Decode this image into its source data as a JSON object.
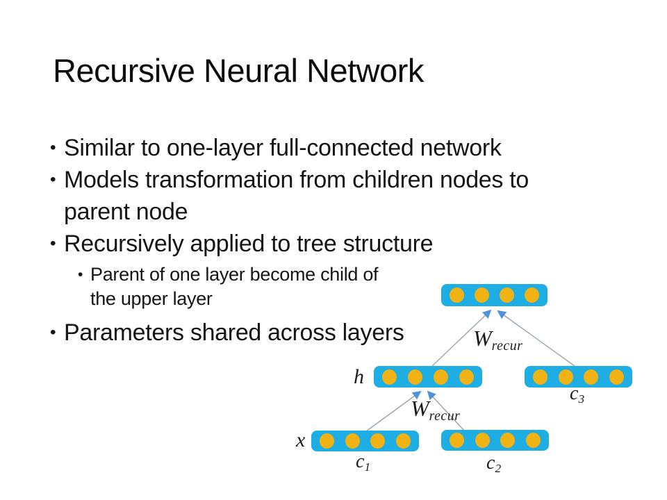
{
  "slide": {
    "title": "Recursive Neural Network",
    "bullet_char": "•",
    "bullets": [
      {
        "level": 1,
        "text": "Similar to one-layer full-connected network"
      },
      {
        "level": 1,
        "text": "Models transformation from children nodes to parent node"
      },
      {
        "level": 1,
        "text": "Recursively applied to tree structure"
      },
      {
        "level": 2,
        "text": "Parent of one layer become child of the upper layer"
      },
      {
        "level": 1,
        "text": "Parameters shared across layers"
      }
    ]
  },
  "diagram": {
    "description": "Recursive neural network tree: children c1,c2 feed parent h via W_recur; h and c3 feed root via shared W_recur",
    "node_unit_count": 4,
    "labels": {
      "hidden": "h",
      "input": "x",
      "child1": {
        "base": "c",
        "sub": "1"
      },
      "child2": {
        "base": "c",
        "sub": "2"
      },
      "child3": {
        "base": "c",
        "sub": "3"
      },
      "weight_upper": {
        "base": "W",
        "sub": "recur"
      },
      "weight_lower": {
        "base": "W",
        "sub": "recur"
      }
    },
    "colors": {
      "node-fill": "#1faee4",
      "unit-fill": "#f1b213",
      "arrow-line": "#9aa3b2",
      "arrow-head": "#4e94d8"
    }
  }
}
